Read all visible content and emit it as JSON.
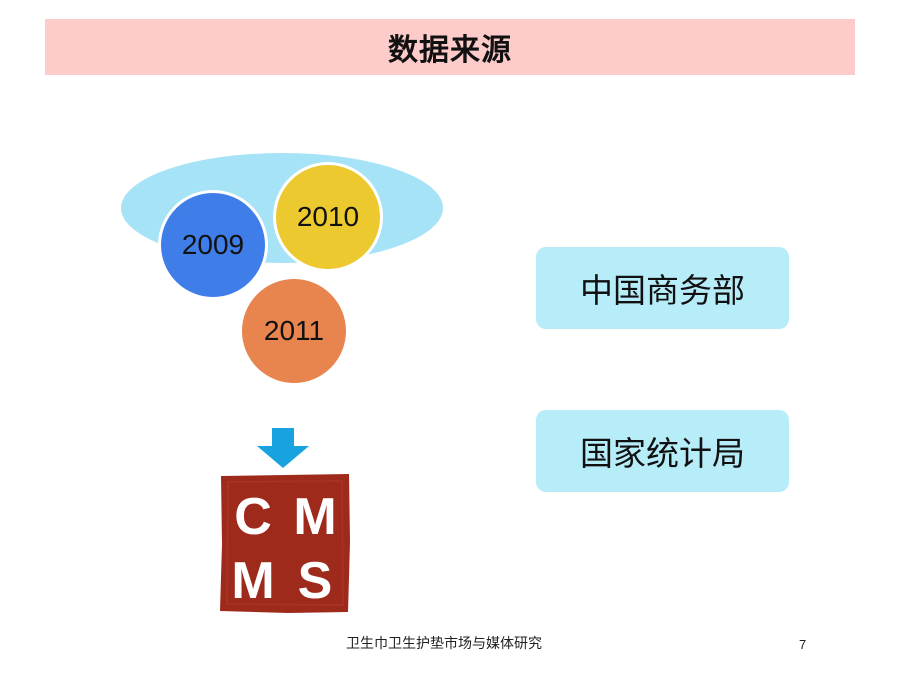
{
  "slide": {
    "title": "数据来源",
    "years": [
      "2009",
      "2010",
      "2011"
    ],
    "logo_text": "CMMS",
    "sources": [
      "中国商务部",
      "国家统计局"
    ],
    "footer": "卫生巾卫生护垫市场与媒体研究",
    "page_number": "7"
  },
  "colors": {
    "title_bar": "#fecbcb",
    "ellipse": "#a7e3f6",
    "circle_2009": "#3f7ee8",
    "circle_2010": "#ebc92f",
    "circle_2011": "#e8844e",
    "arrow": "#18a3e0",
    "logo": "#9e2a1c",
    "source_box": "#b7ecf9"
  },
  "icons": {
    "arrow": "down-arrow-icon",
    "logo": "cmms-logo"
  }
}
